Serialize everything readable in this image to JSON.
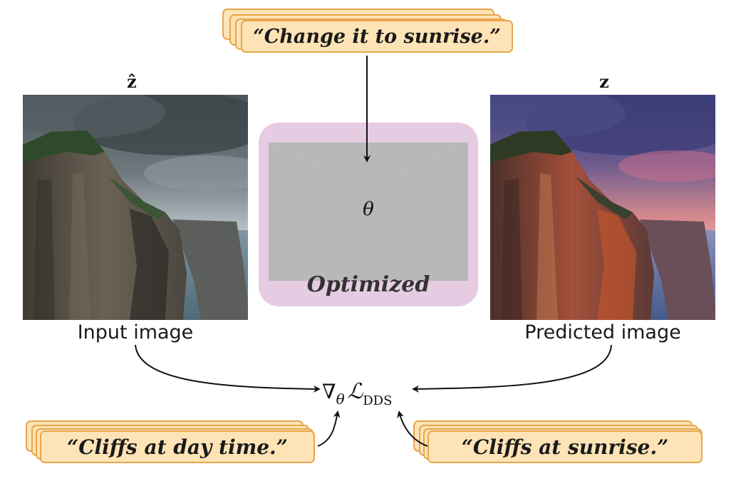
{
  "prompts": {
    "edit": "“Change it to sunrise.”",
    "source": "“Cliffs at day time.”",
    "target": "“Cliffs at sunrise.”"
  },
  "images": {
    "input": {
      "symbol": "ẑ",
      "label": "Input image"
    },
    "predicted": {
      "symbol": "z",
      "label": "Predicted image"
    }
  },
  "network": {
    "parameter": "θ",
    "status": "Optimized"
  },
  "loss": {
    "nabla": "∇",
    "theta": "θ",
    "symbol": "ℒ",
    "subscript": "DDS"
  },
  "colors": {
    "card_fill": "#fde3b6",
    "card_border": "#e8a64a",
    "network_bg": "#e5cce3",
    "network_shape": "#b8b8b8"
  }
}
